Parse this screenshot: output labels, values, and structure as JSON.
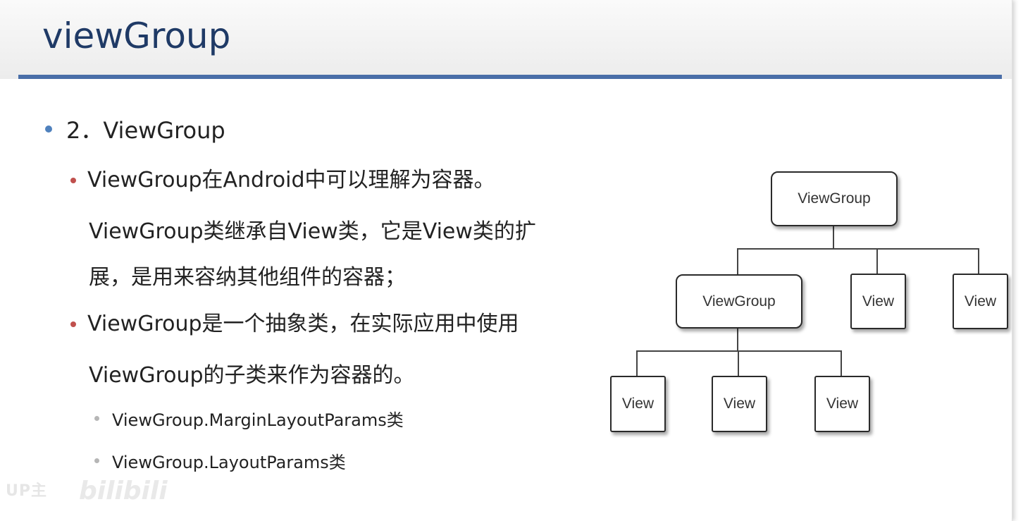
{
  "slide": {
    "title": "viewGroup"
  },
  "bullets": {
    "l1": "2．ViewGroup",
    "b1_line1": "ViewGroup在Android中可以理解为容器。",
    "b1_line2": "ViewGroup类继承自View类，它是View类的扩",
    "b1_line3": "展，是用来容纳其他组件的容器；",
    "b2_line1": "ViewGroup是一个抽象类，在实际应用中使用",
    "b2_line2": "ViewGroup的子类来作为容器的。",
    "sub1": "ViewGroup.MarginLayoutParams类",
    "sub2": "ViewGroup.LayoutParams类"
  },
  "diagram": {
    "root": "ViewGroup",
    "level1": [
      "ViewGroup",
      "View",
      "View"
    ],
    "level2": [
      "View",
      "View",
      "View"
    ]
  },
  "watermark": {
    "small": "UP主",
    "logo": "bilibili"
  },
  "colors": {
    "title": "#1f3a66",
    "rule": "#4a6ea8",
    "bullet_l1": "#4f81bd",
    "bullet_l2": "#c0504d",
    "bullet_l3": "#b6b6b6"
  }
}
